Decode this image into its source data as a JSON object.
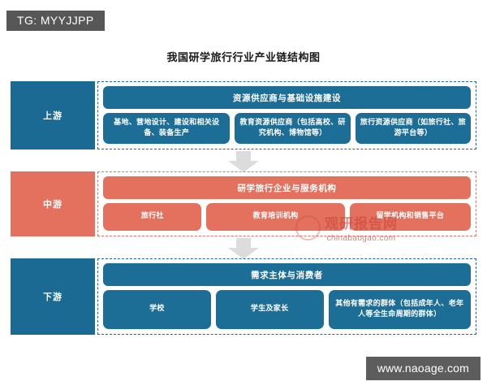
{
  "overlays": {
    "tg_badge": "TG: MYYJJPP",
    "site_badge": "www.naoage.com",
    "watermark_main": "观研报告网",
    "watermark_sub": "chinabaogao.com"
  },
  "title": "我国研学旅行行业产业链结构图",
  "colors": {
    "blue": "#1b6a93",
    "blue_box": "#1d6e96",
    "coral": "#e4705e",
    "badge_gray": "#575757",
    "arrow_gray": "#d9d9d9",
    "watermark_red": "#c9493c"
  },
  "chart_data": {
    "type": "diagram",
    "title": "我国研学旅行行业产业链结构图",
    "layout": "three-tier industry chain, left label column + dashed group containing one header bar and three nodes",
    "tiers": [
      {
        "label": "上游",
        "accent": "#1b6a93",
        "header": "资源供应商与基础设施建设",
        "nodes": [
          "基地、营地设计、建设和相关设备、装备生产",
          "教育资源供应商（包括高校、研究机构、博物馆等）",
          "旅行资源供应商（如旅行社、旅游平台等）"
        ]
      },
      {
        "label": "中游",
        "accent": "#e4705e",
        "header": "研学旅行企业与服务机构",
        "nodes": [
          "旅行社",
          "教育培训机构",
          "留学机构和销售平台"
        ]
      },
      {
        "label": "下游",
        "accent": "#1b6a93",
        "header": "需求主体与消费者",
        "nodes": [
          "学校",
          "学生及家长",
          "其他有需求的群体（包括成年人、老年人等全生命周期的群体）"
        ]
      }
    ],
    "connectors": [
      {
        "from": "上游",
        "to": "中游",
        "shape": "down-arrow"
      },
      {
        "from": "中游",
        "to": "下游",
        "shape": "down-arrow"
      }
    ]
  }
}
